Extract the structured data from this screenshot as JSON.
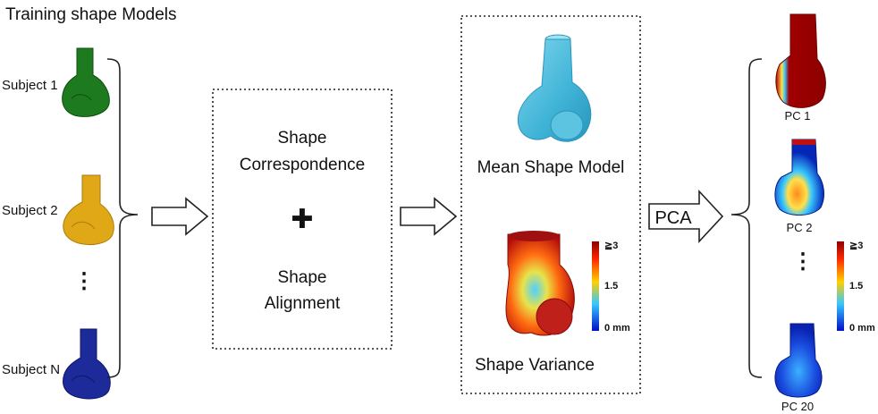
{
  "training": {
    "title": "Training shape Models",
    "subjects": [
      "Subject 1",
      "Subject 2",
      "Subject N"
    ],
    "ellipsis": "⋮",
    "colors": [
      "#1e7a1e",
      "#e0a817",
      "#1c2a9a"
    ]
  },
  "process": {
    "line1": "Shape",
    "line2": "Correspondence",
    "plus": "✚",
    "line3": "Shape",
    "line4": "Alignment"
  },
  "model": {
    "mean_label": "Mean Shape Model",
    "variance_label": "Shape Variance",
    "mean_color": "#4dbad8"
  },
  "colorbar": {
    "top": "≧3",
    "mid": "1.5",
    "bottom": "0 mm",
    "stops": [
      "#8b0000",
      "#ff2a00",
      "#ffd000",
      "#37c6ff",
      "#0010c8"
    ]
  },
  "pca": {
    "arrow_label": "PCA",
    "components": [
      "PC 1",
      "PC 2",
      "PC 20"
    ],
    "ellipsis": "⋮"
  }
}
